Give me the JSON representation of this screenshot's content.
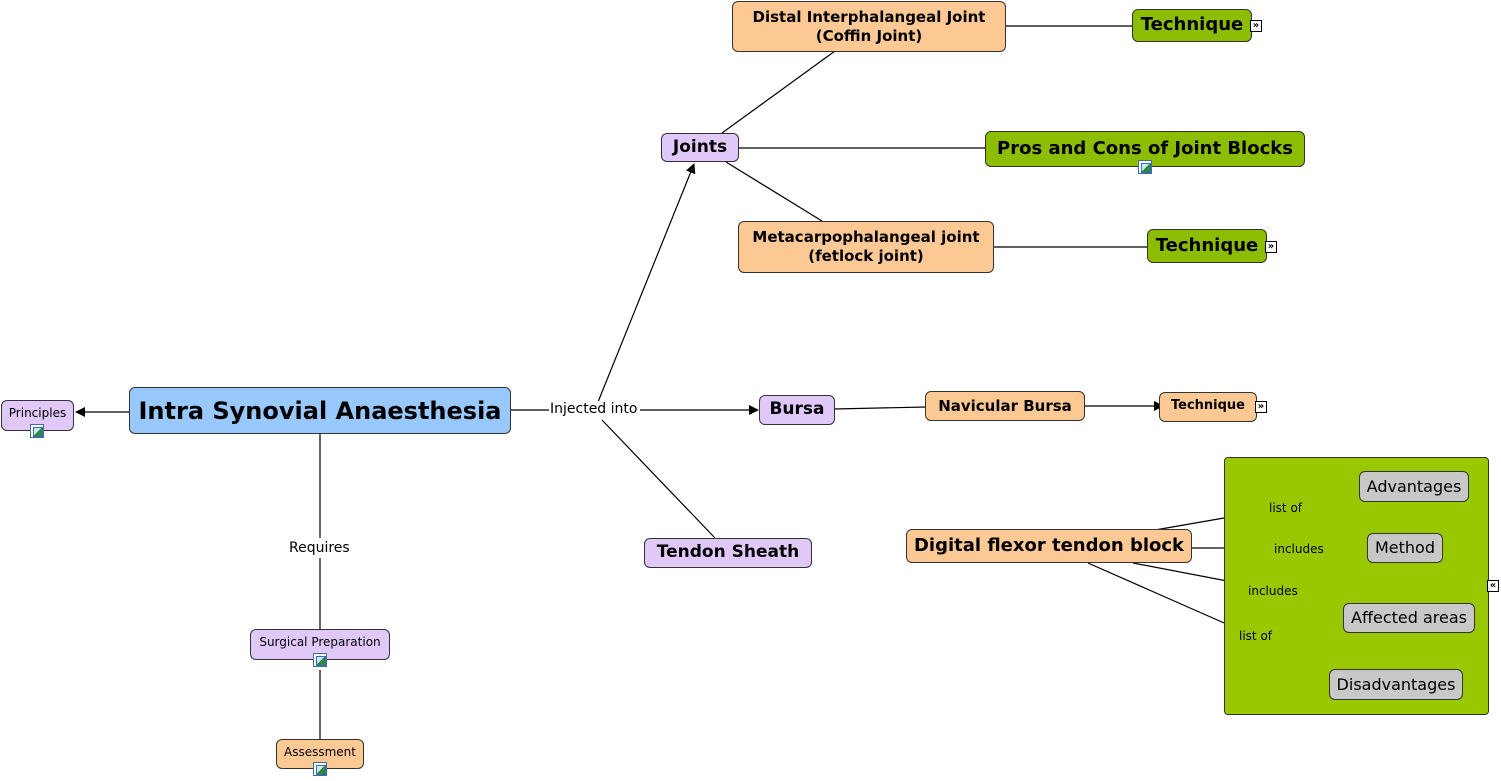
{
  "nodes": {
    "intra_synovial": "Intra Synovial Anaesthesia",
    "principles": "Principles",
    "surgical_prep": "Surgical Preparation",
    "assessment": "Assessment",
    "joints": "Joints",
    "bursa": "Bursa",
    "tendon_sheath": "Tendon Sheath",
    "dip_joint_line1": "Distal Interphalangeal Joint",
    "dip_joint_line2": "(Coffin Joint)",
    "mcp_joint_line1": "Metacarpophalangeal joint",
    "mcp_joint_line2": "(fetlock joint)",
    "technique_1": "Technique",
    "technique_2": "Technique",
    "technique_3": "Technique",
    "pros_cons": "Pros and Cons of Joint Blocks",
    "navicular_bursa": "Navicular Bursa",
    "digital_flexor": "Digital flexor tendon block",
    "advantages": "Advantages",
    "method": "Method",
    "affected_areas": "Affected areas",
    "disadvantages": "Disadvantages"
  },
  "links": {
    "injected_into": "Injected into",
    "requires": "Requires",
    "list_of_1": "list of",
    "includes_1": "includes",
    "includes_2": "includes",
    "list_of_2": "list of"
  },
  "icons": {
    "expand": "»",
    "collapse": "«"
  },
  "colors": {
    "purple": "#e0c8f8",
    "orange": "#fcc894",
    "blue": "#98c8fc",
    "green": "#8cbd00",
    "panel_green": "#99c800",
    "grey": "#c8c8c8"
  }
}
